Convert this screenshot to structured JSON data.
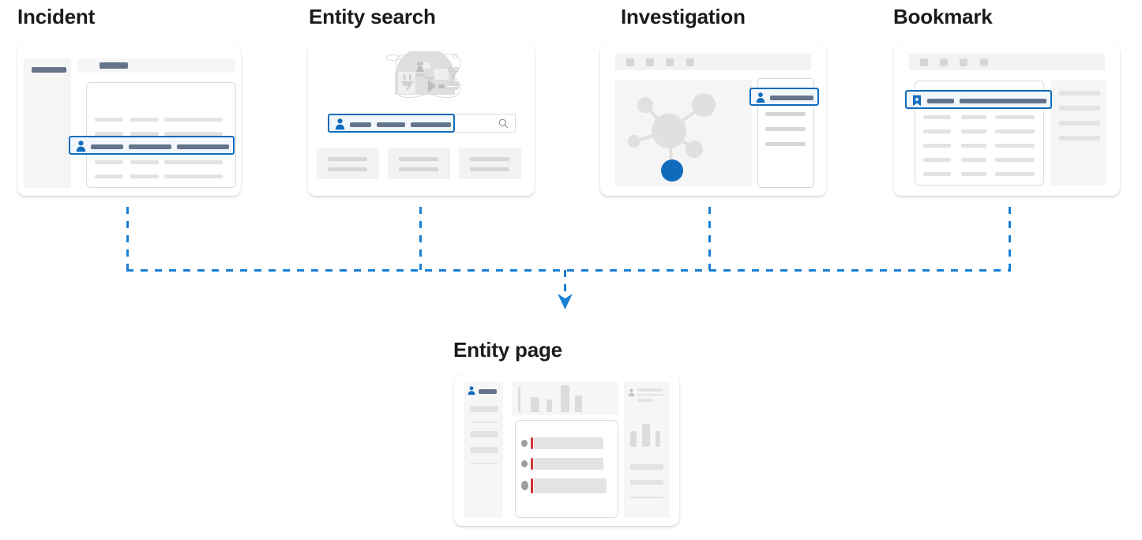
{
  "diagram": {
    "title_color": "#1b1b1b",
    "accent_blue": "#0f6cbd",
    "node_blue": "#0f6cbd",
    "slate": "#64748b",
    "alert_red": "#d13438",
    "flow_description": "Four entry points lead to the Entity page"
  },
  "sources": [
    {
      "id": "incident",
      "label": "Incident"
    },
    {
      "id": "entity-search",
      "label": "Entity search"
    },
    {
      "id": "investigation",
      "label": "Investigation"
    },
    {
      "id": "bookmark",
      "label": "Bookmark"
    }
  ],
  "destination": {
    "id": "entity-page",
    "label": "Entity page"
  },
  "cards": {
    "incident": {
      "highlighted_row": {
        "icon": "person-icon",
        "segments": 3
      },
      "table_rows": 5,
      "table_columns": 3
    },
    "entity_search": {
      "illustration": "search-illustration",
      "search_icon": "search-icon",
      "highlighted_suggestion": {
        "icon": "person-icon",
        "segments": 3
      },
      "result_tiles": 3
    },
    "investigation": {
      "toolbar_buttons": 4,
      "graph": {
        "nodes": 6,
        "highlighted_node": "blue-entity-node"
      },
      "side_panel_header": {
        "icon": "person-icon"
      },
      "side_panel_rows": 3
    },
    "bookmark": {
      "toolbar_buttons": 4,
      "highlighted_row": {
        "icon": "bookmark-icon",
        "segments": 2
      },
      "table_rows": 5,
      "table_columns": 3,
      "right_panel_rows": 4
    },
    "entity_page": {
      "header": {
        "icon": "person-icon"
      },
      "left_nav_rows": 5,
      "bar_chart_bars": 5,
      "alert_list_items": 3,
      "right_panel": {
        "icon": "person-icon",
        "bar_chart_bars": 3,
        "rows": 3
      }
    }
  },
  "connectors": {
    "style": "dashed",
    "color": "#1a7fd4",
    "arrow": "down-arrow-icon"
  }
}
